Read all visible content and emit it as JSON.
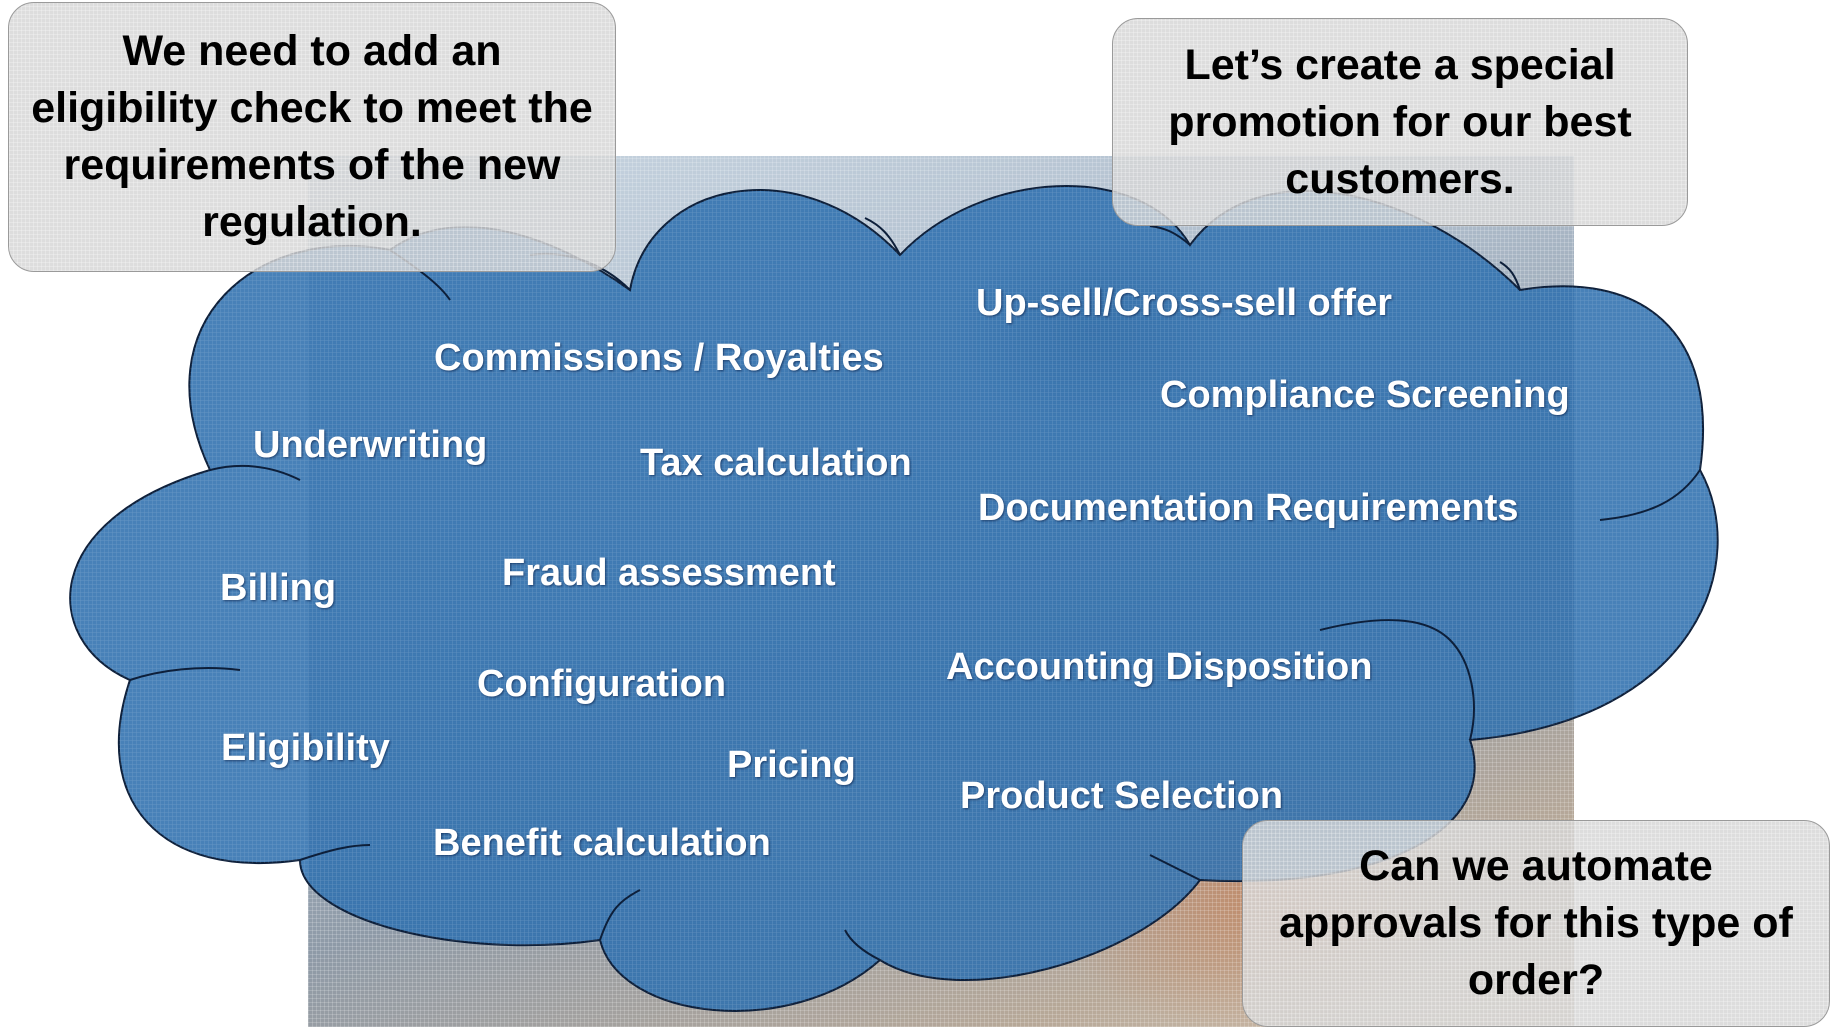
{
  "callouts": {
    "top_left": "We need to add an eligibility check to meet the requirements of the new regulation.",
    "top_right": "Let’s create a special promotion for our best customers.",
    "bottom_right": "Can we automate approvals for this type of order?"
  },
  "cloud_labels": {
    "up_sell": "Up-sell/Cross-sell offer",
    "commissions": "Commissions / Royalties",
    "compliance": "Compliance Screening",
    "underwriting": "Underwriting",
    "tax": "Tax calculation",
    "documentation": "Documentation Requirements",
    "billing": "Billing",
    "fraud": "Fraud assessment",
    "accounting": "Accounting Disposition",
    "configuration": "Configuration",
    "eligibility": "Eligibility",
    "pricing": "Pricing",
    "product_selection": "Product Selection",
    "benefit": "Benefit calculation"
  },
  "colors": {
    "cloud_fill": "#2f6fae",
    "cloud_stroke": "#0d1f3a",
    "callout_fill": "#d6d6d6",
    "label_text": "#ffffff"
  }
}
